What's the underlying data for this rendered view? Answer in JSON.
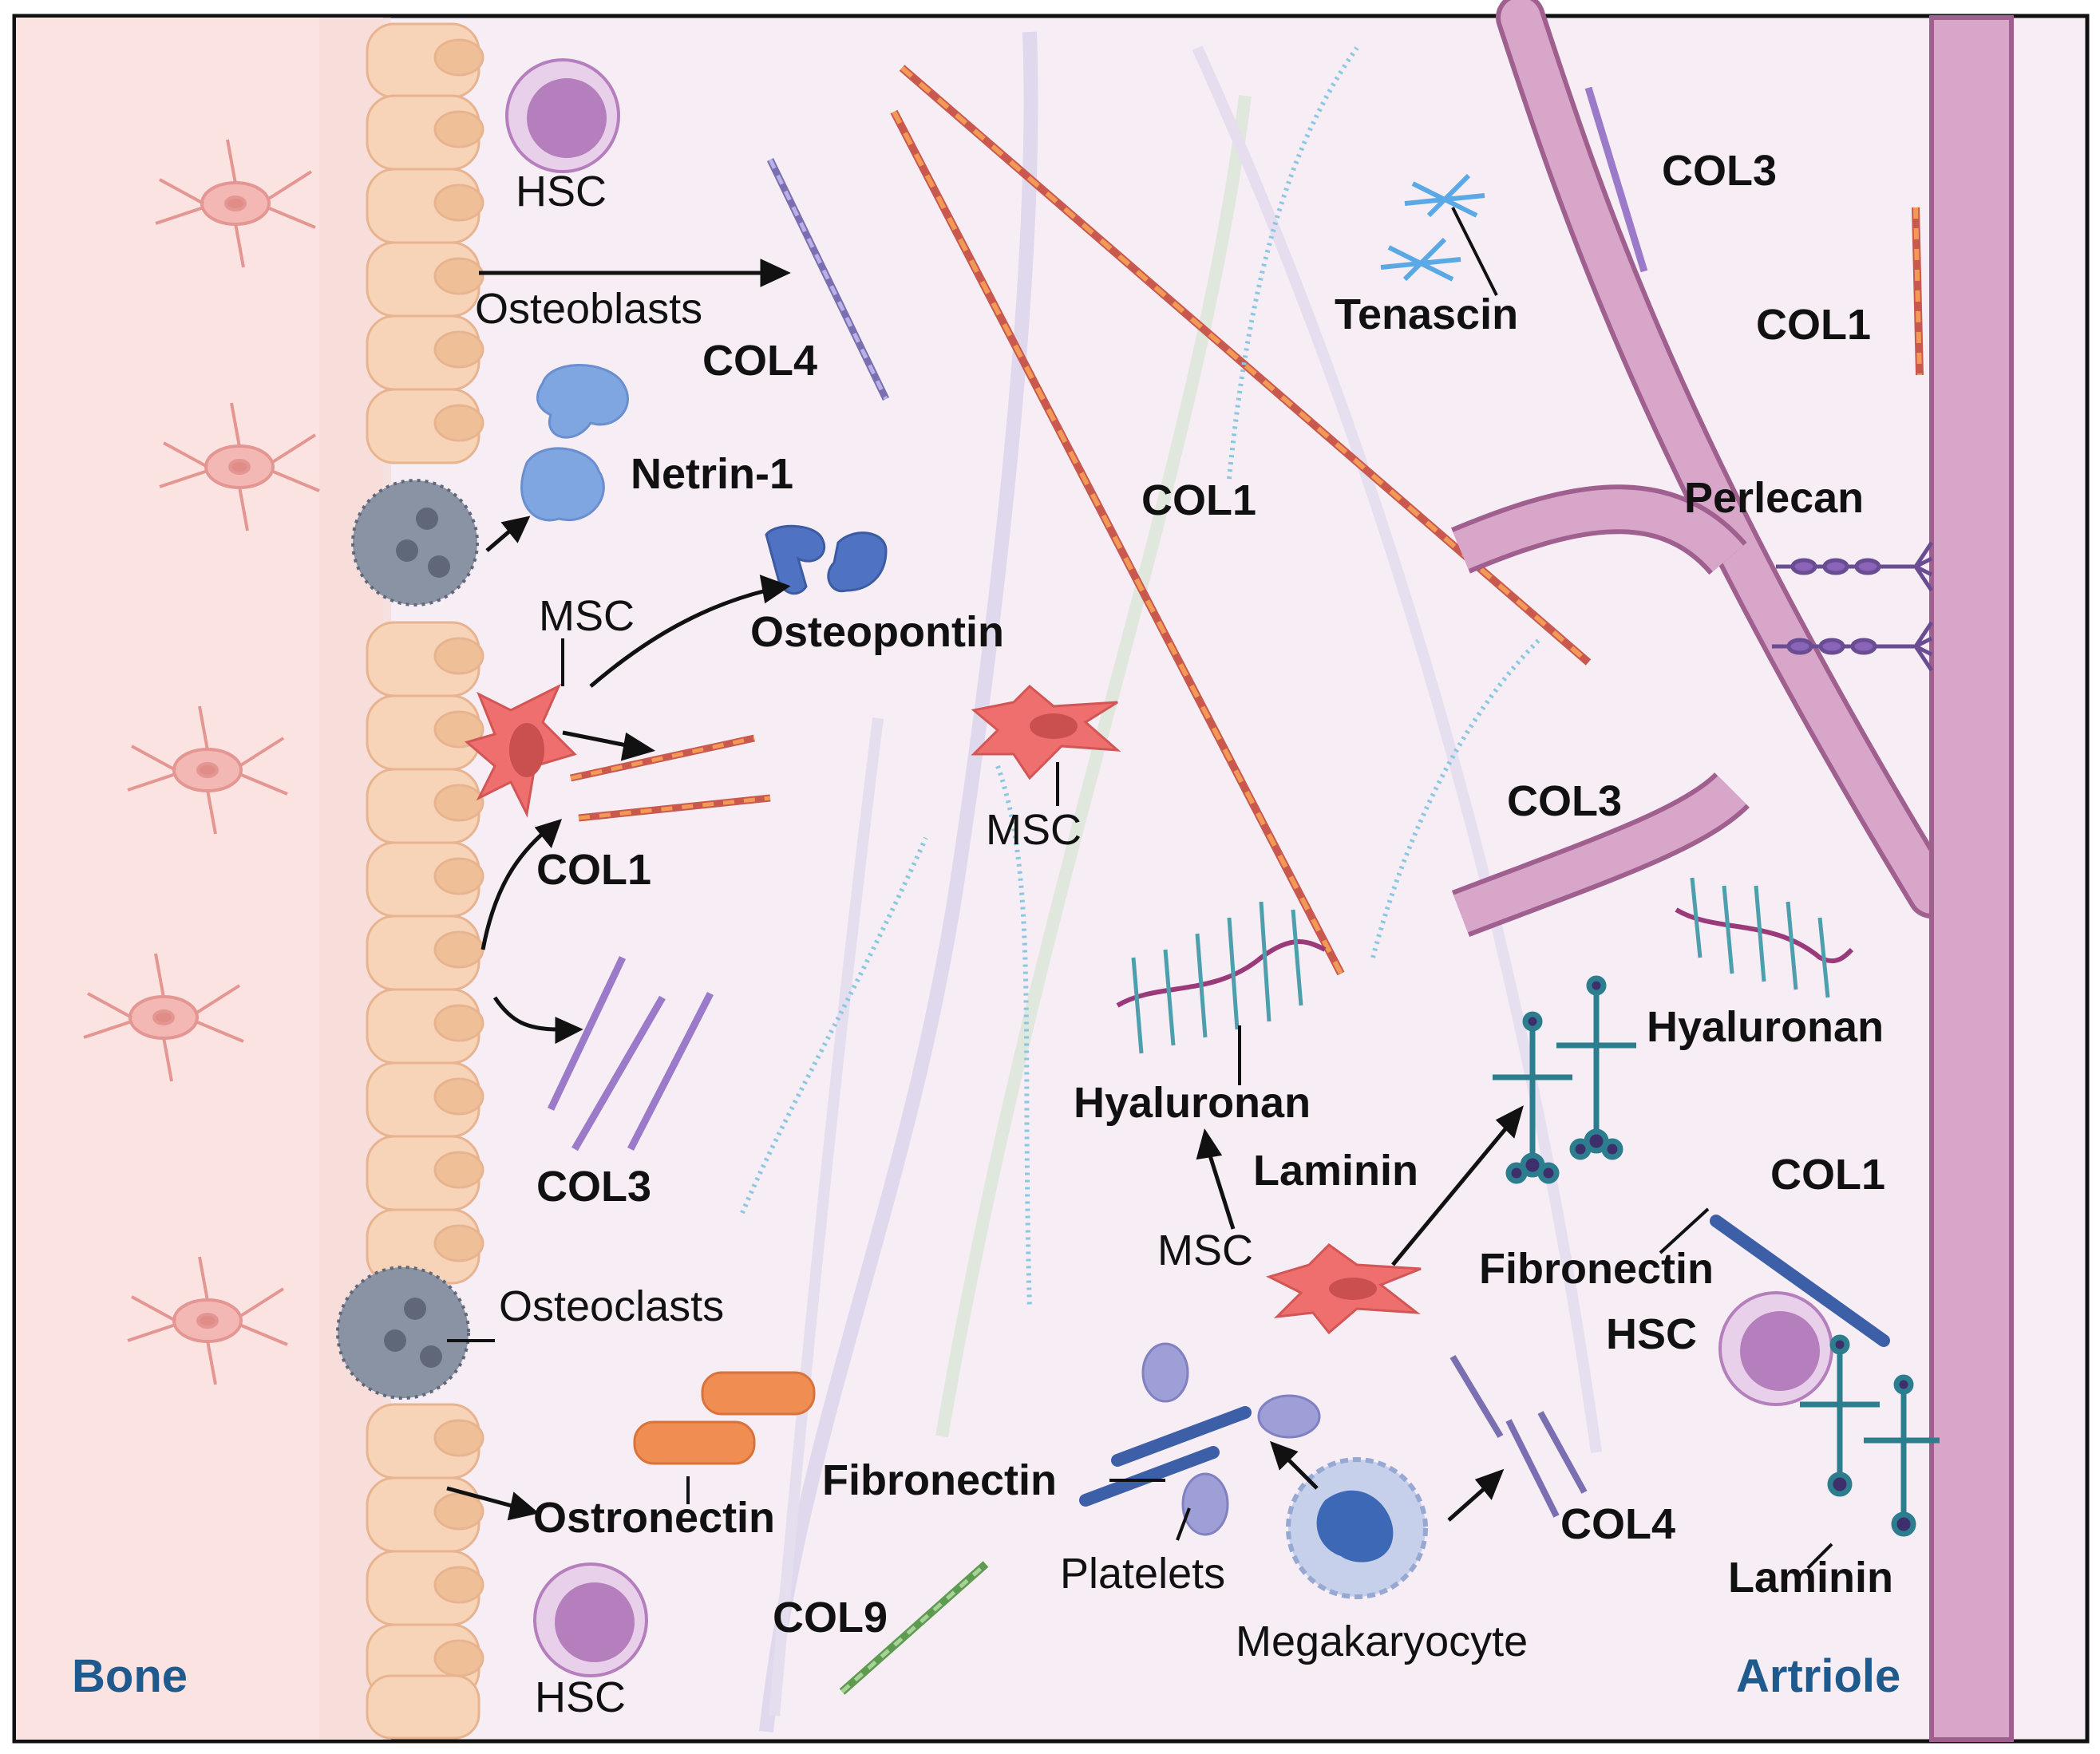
{
  "regions": {
    "bone": "Bone",
    "arteriole": "Artriole"
  },
  "labels": {
    "hsc_top": "HSC",
    "osteoblasts": "Osteoblasts",
    "col4_top": "COL4",
    "netrin": "Netrin-1",
    "msc_left": "MSC",
    "osteopontin": "Osteopontin",
    "col1_left": "COL1",
    "col3_left": "COL3",
    "osteoclasts": "Osteoclasts",
    "ostronectin": "Ostronectin",
    "hsc_bottom": "HSC",
    "col1_center": "COL1",
    "msc_center": "MSC",
    "hyaluronan_center": "Hyaluronan",
    "laminin_center": "Laminin",
    "msc_lower": "MSC",
    "fibronectin_left": "Fibronectin",
    "platelets": "Platelets",
    "megakaryocyte": "Megakaryocyte",
    "col4_bottom": "COL4",
    "col9": "COL9",
    "tenascin": "Tenascin",
    "col3_top_right": "COL3",
    "col1_top_right": "COL1",
    "perlecan": "Perlecan",
    "col3_mid_right": "COL3",
    "hyaluronan_right": "Hyaluronan",
    "col1_right": "COL1",
    "fibronectin_right": "Fibronectin",
    "hsc_right": "HSC",
    "laminin_right": "Laminin"
  },
  "colors": {
    "bone_bg": "#fbe3e2",
    "marrow_bg": "#f6eef4",
    "osteoblast": "#f7d4b8",
    "osteoclast": "#8a93a4",
    "hsc": "#b57fbd",
    "msc": "#ef6e6e",
    "col1_a": "#c9584f",
    "col1_b": "#f29a55",
    "col3": "#9b7bc9",
    "col4": "#7a6fb0",
    "col9": "#5d9b4f",
    "fibril_blue": "#8cc7e2",
    "netrin": "#7fa6e0",
    "osteopontin": "#4f72c2",
    "ostronectin": "#ef8d53",
    "vessel": "#d8a6c8",
    "vessel_edge": "#a0608f",
    "region_text": "#1f5a8f",
    "laminin": "#2c7e8f",
    "laminin_head": "#3d2f6b",
    "platelet": "#9e9fd6",
    "megakaryocyte": "#3d68b5"
  }
}
